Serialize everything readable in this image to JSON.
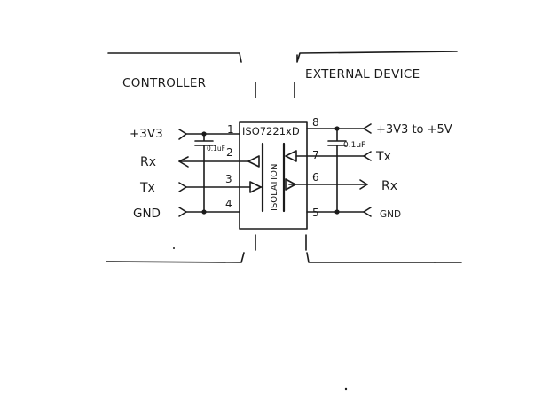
{
  "labels": {
    "controller": "CONTROLLER",
    "external_device": "EXTERNAL DEVICE",
    "chip": "ISO7221xD",
    "isolation": "ISOLATION",
    "cap_left": "0.1uF",
    "cap_right": "0.1uF"
  },
  "left_signals": {
    "power": "+3V3",
    "rx": "Rx",
    "tx": "Tx",
    "gnd": "GND"
  },
  "right_signals": {
    "power": "+3V3 to +5V",
    "tx": "Tx",
    "rx": "Rx",
    "gnd": "GND"
  },
  "pins": {
    "p1": "1",
    "p2": "2",
    "p3": "3",
    "p4": "4",
    "p5": "5",
    "p6": "6",
    "p7": "7",
    "p8": "8"
  },
  "colors": {
    "ink": "#1b1b1b",
    "paper": "#ffffff"
  }
}
